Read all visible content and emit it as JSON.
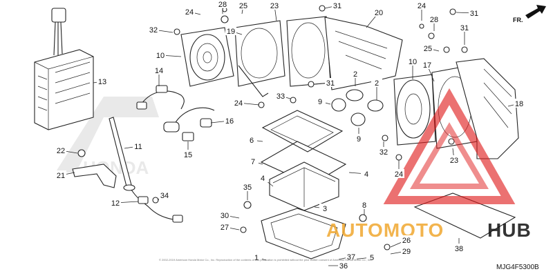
{
  "diagram": {
    "drawing_code": "MJG4F5300B",
    "direction_label": "FR.",
    "copyright": "© 2002-2019 American Honda Motor Co., Inc. Reproduction of the contents of this publication is prohibited without the prior written consent of American Honda Motor Co., Inc.",
    "background_logo": "HONDA",
    "watermark": {
      "text_1": "AUTOMOTO",
      "text_2": "HUB",
      "color_1": "#f0a830",
      "color_2": "#111111",
      "triangle_color": "#e02020"
    },
    "callouts": [
      "1",
      "2",
      "2",
      "3",
      "4",
      "4",
      "5",
      "6",
      "7",
      "8",
      "9",
      "9",
      "10",
      "10",
      "11",
      "12",
      "13",
      "14",
      "15",
      "16",
      "17",
      "18",
      "19",
      "20",
      "21",
      "22",
      "23",
      "23",
      "24",
      "24",
      "24",
      "24",
      "25",
      "25",
      "26",
      "27",
      "28",
      "28",
      "29",
      "30",
      "31",
      "31",
      "31",
      "31",
      "32",
      "32",
      "33",
      "34",
      "35",
      "36",
      "37",
      "38"
    ]
  }
}
